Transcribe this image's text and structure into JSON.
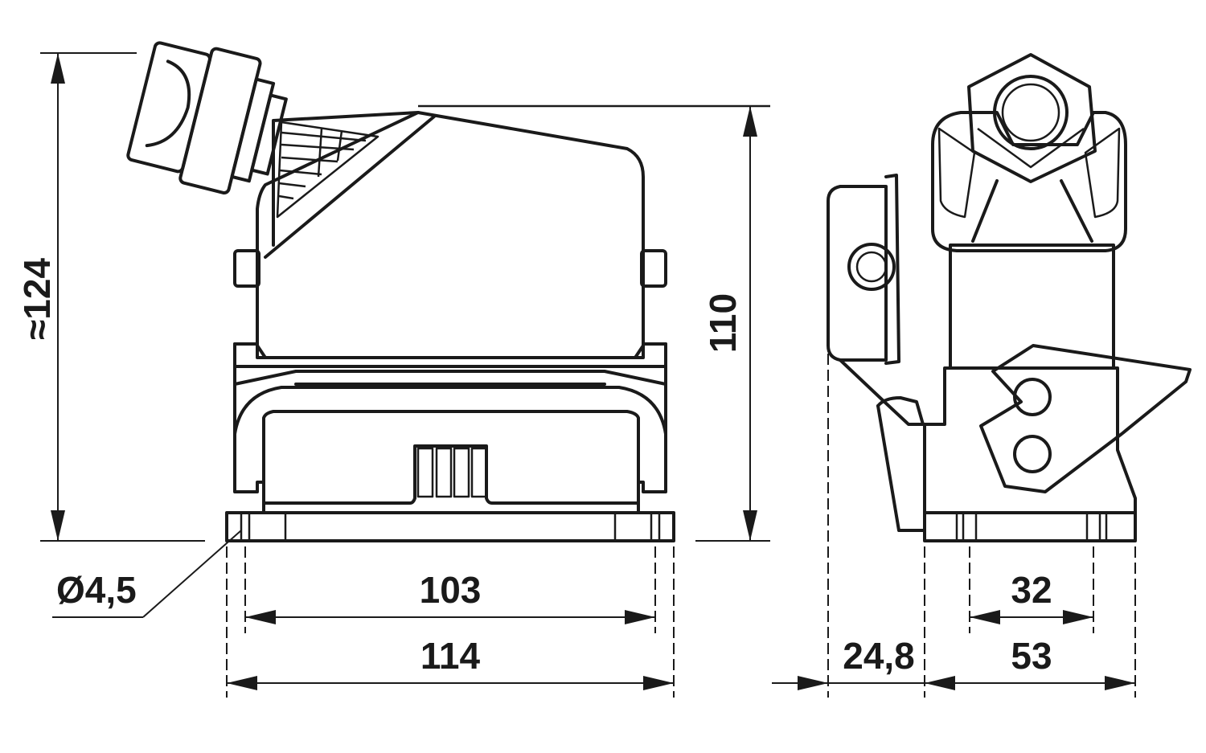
{
  "dimensions": {
    "overall_height": "≈124",
    "body_height": "110",
    "hole_diameter": "Ø4,5",
    "hole_spacing_long": "103",
    "base_length": "114",
    "lever_offset": "24,8",
    "hole_spacing_short": "32",
    "base_width": "53"
  },
  "colors": {
    "stroke": "#1a1a1a",
    "background": "#ffffff"
  }
}
